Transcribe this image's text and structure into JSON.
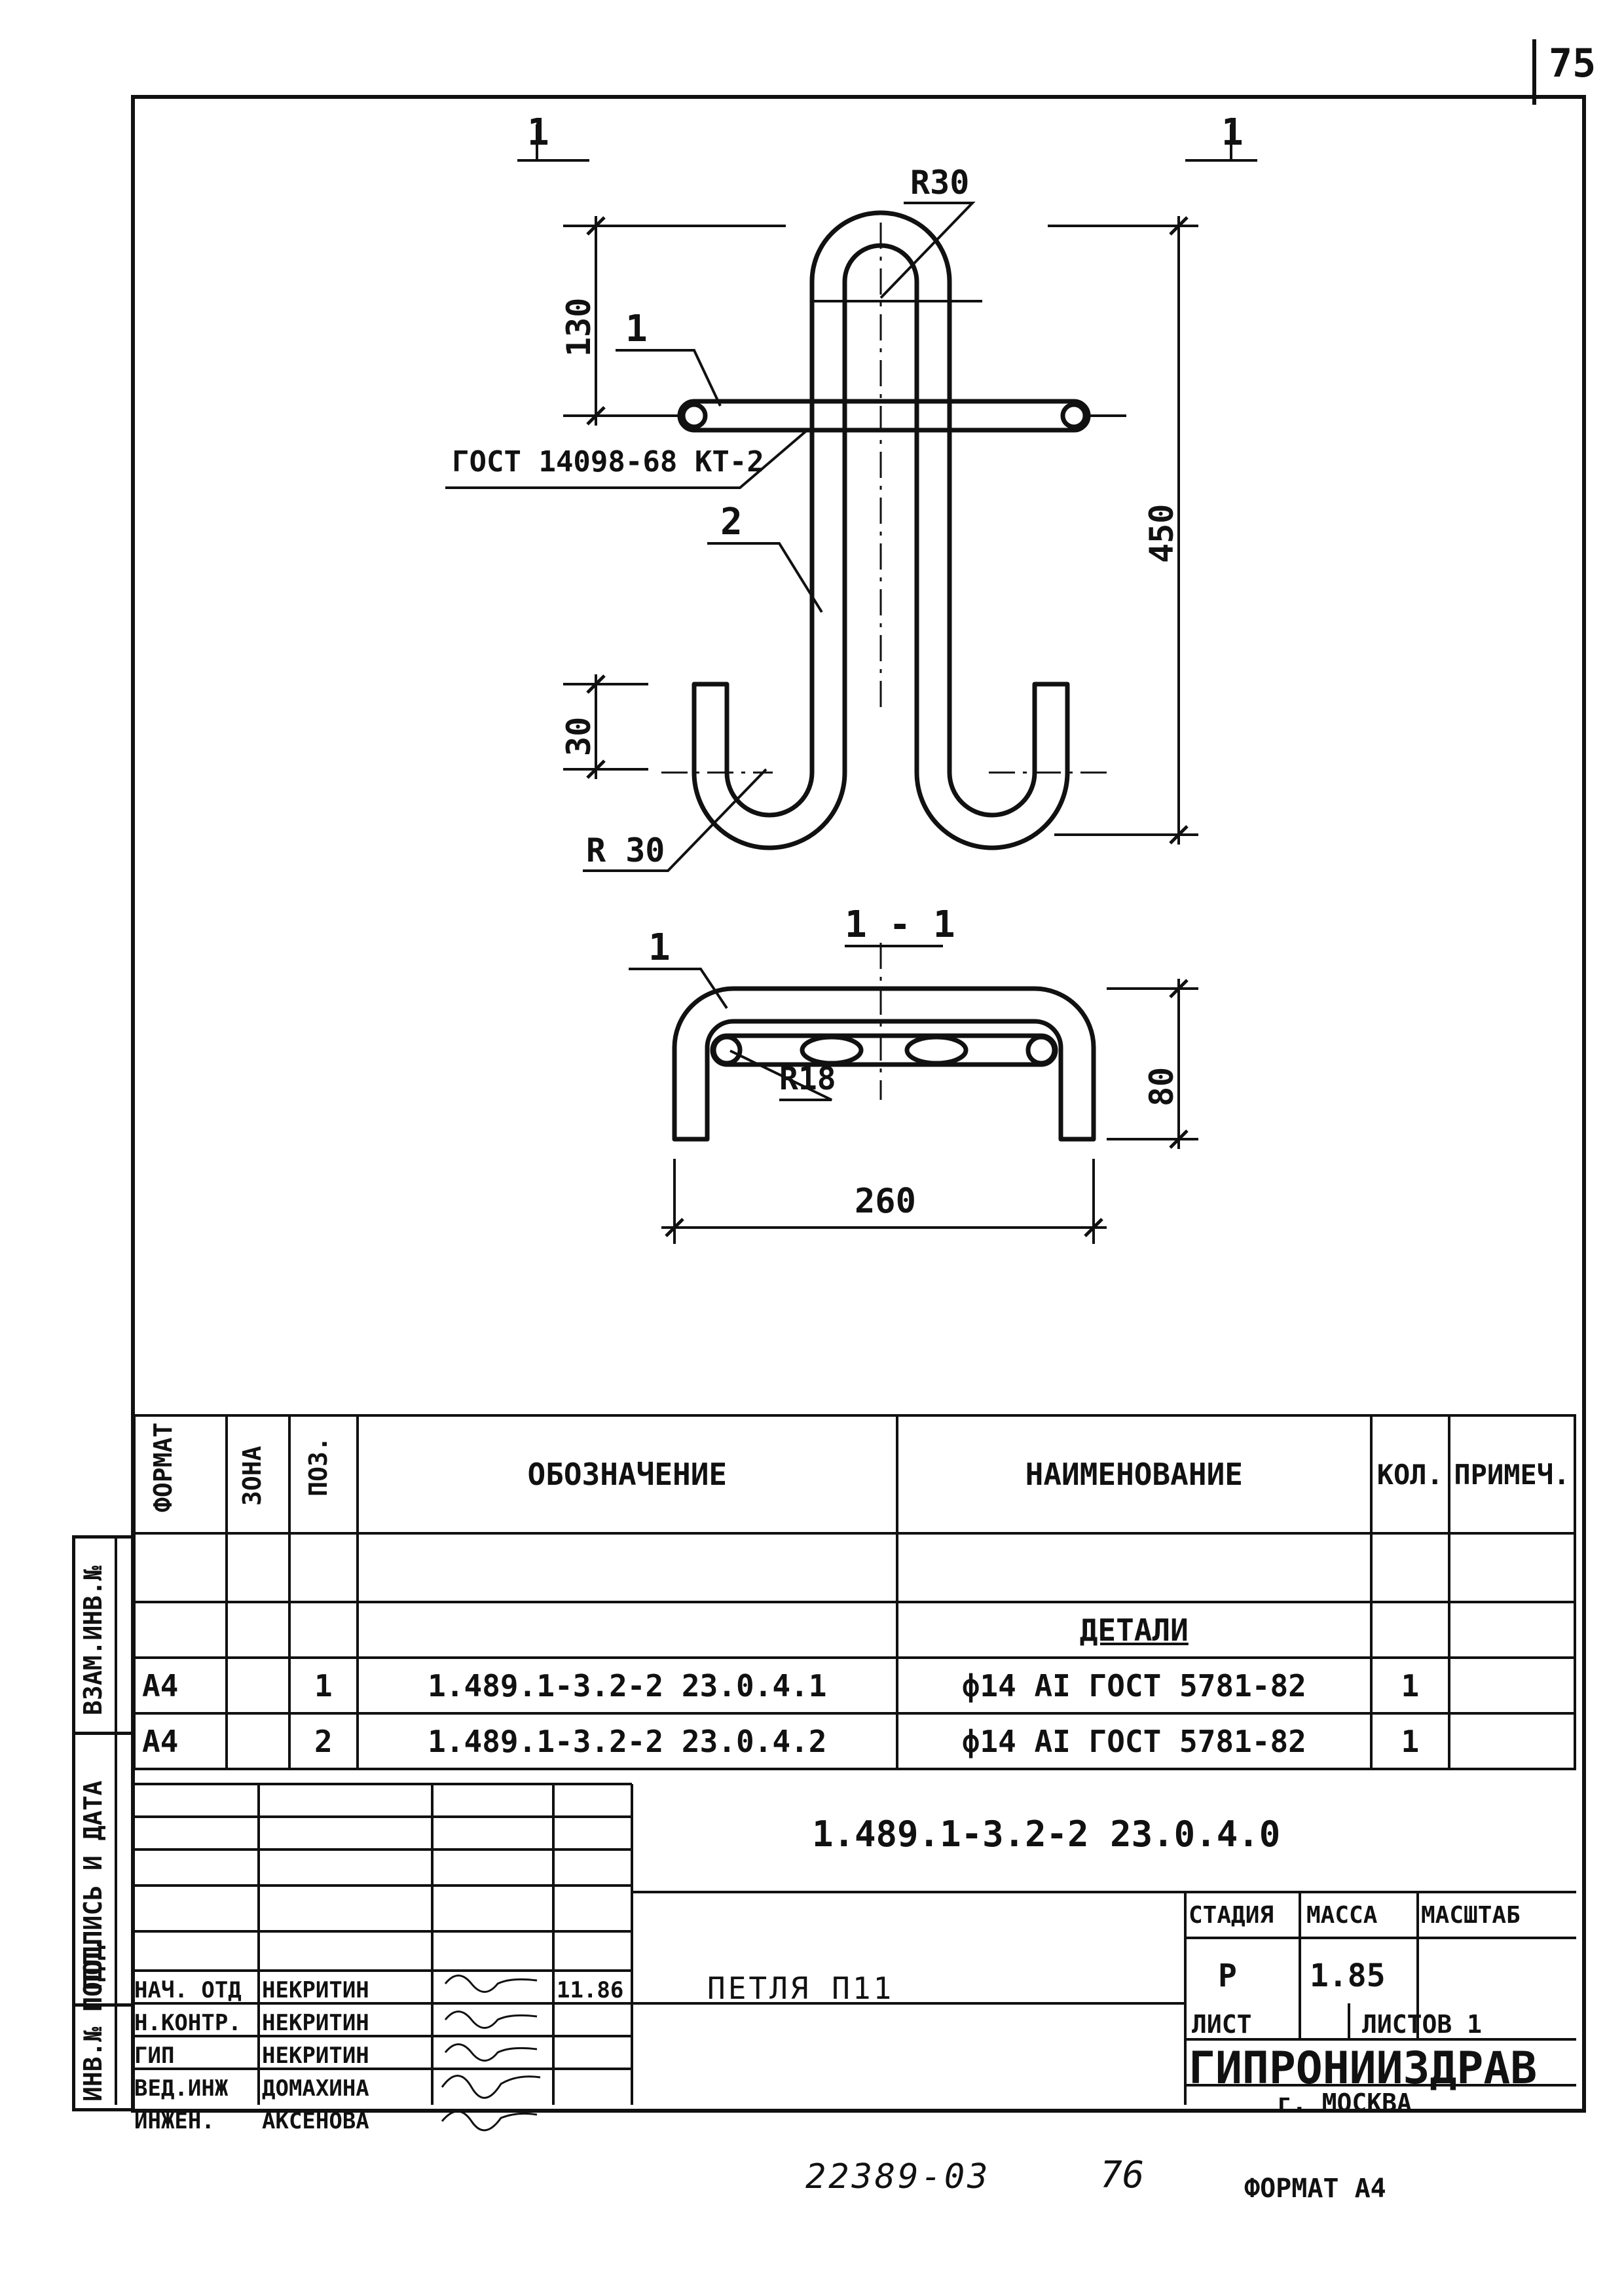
{
  "page_number": "75",
  "bottom_page": "76",
  "doc_code": "22389-03",
  "format_note": "ФОРМАТ А4",
  "drawing": {
    "section_mark": "1",
    "section_title": "1 - 1",
    "radius_top": "R30",
    "radius_bottom": "R 30",
    "radius_section": "R18",
    "standard_ref": "ГОСТ 14098-68 КТ-2",
    "pos1": "1",
    "pos2": "2",
    "pos1_section": "1",
    "dim_130": "130",
    "dim_450": "450",
    "dim_30": "30",
    "dim_80": "80",
    "dim_260": "260"
  },
  "spec": {
    "headers": {
      "format": "ФОРМАТ",
      "zone": "ЗОНА",
      "pos": "ПОЗ.",
      "designation": "ОБОЗНАЧЕНИЕ",
      "name": "НАИМЕНОВАНИЕ",
      "qty": "КОЛ.",
      "note": "ПРИМЕЧ."
    },
    "section_label": "ДЕТАЛИ",
    "rows": [
      {
        "format": "А4",
        "pos": "1",
        "designation": "1.489.1-3.2-2 23.0.4.1",
        "name": "ф14 АI ГОСТ 5781-82",
        "qty": "1"
      },
      {
        "format": "А4",
        "pos": "2",
        "designation": "1.489.1-3.2-2 23.0.4.2",
        "name": "ф14 АI ГОСТ 5781-82",
        "qty": "1"
      }
    ]
  },
  "side_labels": {
    "vzam": "ВЗАМ.ИНВ.№",
    "podpis": "ПОДПИСЬ И ДАТА",
    "inv": "ИНВ.№ ПОДЛ."
  },
  "title_block": {
    "doc_number": "1.489.1-3.2-2 23.0.4.0",
    "item_name": "ПЕТЛЯ П11",
    "stage_label": "СТАДИЯ",
    "mass_label": "МАССА",
    "scale_label": "МАСШТАБ",
    "stage": "Р",
    "mass": "1.85",
    "sheet_label": "ЛИСТ",
    "sheets_label": "ЛИСТОВ 1",
    "org_name": "ГИПРОНИИЗДРАВ",
    "org_city": "г. МОСКВА",
    "signatures": [
      {
        "role": "НАЧ. ОТД",
        "name": "НЕКРИТИН",
        "date": "11.86"
      },
      {
        "role": "Н.КОНТР.",
        "name": "НЕКРИТИН",
        "date": ""
      },
      {
        "role": "ГИП",
        "name": "НЕКРИТИН",
        "date": ""
      },
      {
        "role": "ВЕД.ИНЖ",
        "name": "ДОМАХИНА",
        "date": ""
      },
      {
        "role": "ИНЖЕН.",
        "name": "АКСЕНОВА",
        "date": ""
      }
    ]
  }
}
